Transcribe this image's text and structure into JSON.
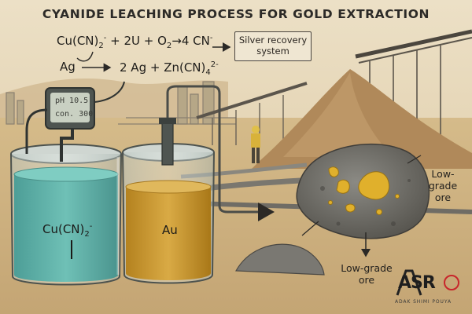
{
  "title": "CYANIDE LEACHING PROCESS FOR GOLD EXTRACTION",
  "equations": {
    "line1": {
      "reactants": "Cu(CN)",
      "sub": "2",
      "sup": "-",
      "rest": " + 2U + O",
      "sub2": "2",
      "product": "→4 CN",
      "sup2": "-"
    },
    "line2": {
      "left": "Ag",
      "middle": "2 Ag  +  Zn(CN)",
      "sub": "4",
      "sup": "2-"
    }
  },
  "silver_box": {
    "line1": "Silver recovery",
    "line2": "system"
  },
  "meter": {
    "ph": "pH 10.5",
    "con": "con. 300"
  },
  "beakers": {
    "left": {
      "label": "Cu(CN)",
      "sub": "2",
      "sup": "-"
    },
    "right": {
      "label": "Au"
    }
  },
  "labels": {
    "ore_right": {
      "line1": "Low-",
      "line2": "grade",
      "line3": "ore"
    },
    "ore_bottom": {
      "line1": "Low-grade",
      "line2": "ore"
    }
  },
  "logo": {
    "text": "ASR",
    "tagline": "ADAK SHIMI POUYA"
  },
  "colors": {
    "solution_blue": "#5fb0a8",
    "solution_gold": "#c99a32",
    "gold_nugget": "#e0b02c",
    "logo_red": "#c8262b"
  }
}
